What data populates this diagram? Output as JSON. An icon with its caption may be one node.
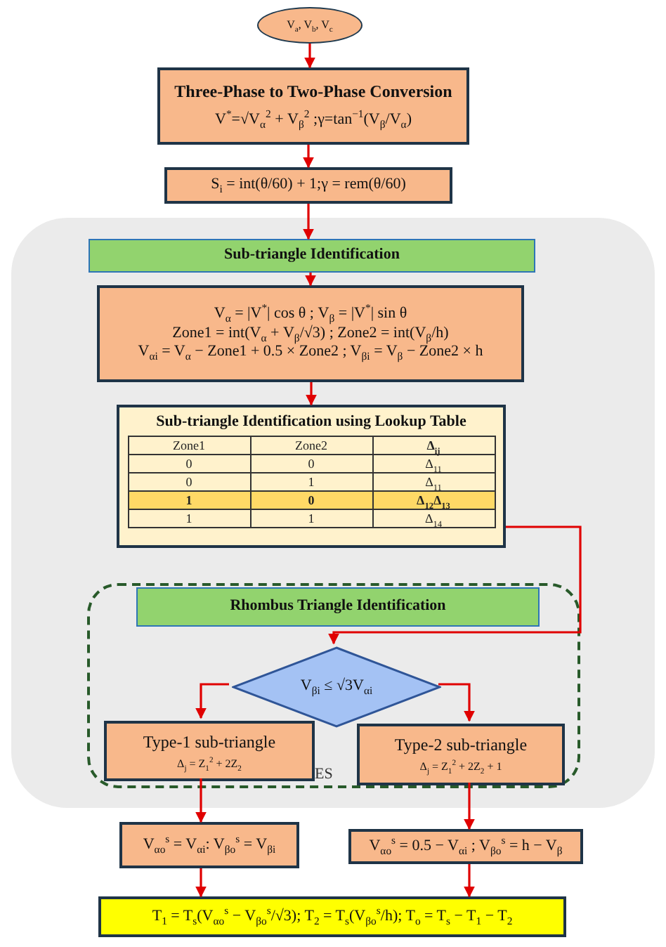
{
  "diagram": {
    "nodes": [
      {
        "text": [
          "V$_{a}$, V$_{b}$, V$_{c}$"
        ]
      },
      {
        "text": [
          "Three-Phase to Two-Phase Conversion",
          "V$^{*}$=√V$_{α}$$^{2}$ + V$_{β}$$^{2}$ ;γ=tan$^{−1}$(V$_{β}$/V$_{α}$)"
        ]
      },
      {
        "text": [
          "S$_{i}$ = int(θ/60) + 1;γ = rem(θ/60)"
        ]
      },
      {
        "text": [],
        "shape": "box"
      },
      {
        "text": [
          "Sub-triangle Identification"
        ],
        "in": 3
      },
      {
        "text": [
          "V$_{α}$ = |V$^{*}$| cos θ  ; V$_{β}$ = |V$^{*}$| sin θ",
          "Zone1 = int(V$_{α}$ + V$_{β}$/√3) ; Zone2 = int(V$_{β}$/h)",
          "V$_{αi}$ = V$_{α}$ − Zone1 + 0.5 × Zone2 ; V$_{βi}$ = V$_{β}$ − Zone2 × h"
        ],
        "in": 3
      },
      {
        "text": [
          "Sub-triangle Identification using Lookup Table"
        ],
        "in": 3
      },
      {
        "text": [],
        "shape": "box",
        "in": 3
      },
      {
        "text": [
          "Rhombus Triangle Identification"
        ],
        "in": 7
      },
      {
        "text": [
          "V$_{βi}$ ≤ √3V$_{αi}$"
        ],
        "in": 7
      },
      {
        "text": [
          "Type-1 sub-triangle",
          "Δ$_{j}$ = Z$_{1}$$^{2}$ + 2Z$_{2}$"
        ],
        "in": 7
      },
      {
        "text": [
          "Type-2 sub-triangle",
          "Δ$_{j}$ = Z$_{1}$$^{2}$ + 2Z$_{2}$ + 1"
        ],
        "in": 7
      },
      {
        "text": [
          "V$_{αo}$$^{s}$ =  V$_{αi}$: V$_{βo}$$^{s}$ =  V$_{βi}$"
        ]
      },
      {
        "text": [
          "V$_{αo}$$^{s}$ = 0.5 − V$_{αi}$ ; V$_{βo}$$^{s}$ = h − V$_{β}$"
        ]
      },
      {
        "text": [
          "T$_{1}$ = T$_{s}$(V$_{αo}$$^{s}$ − V$_{βo}$$^{s}$/√3); T$_{2}$ = T$_{s}$(V$_{βo}$$^{s}$/h); T$_{o}$ = T$_{s}$ − T$_{1}$ − T$_{2}$"
        ]
      }
    ],
    "edges": [
      {
        "from": 0,
        "to": 1,
        "arrow": "to"
      },
      {
        "from": 1,
        "to": 2,
        "arrow": "to"
      },
      {
        "from": 2,
        "to": 4,
        "arrow": "to"
      },
      {
        "from": 4,
        "to": 5,
        "arrow": "to"
      },
      {
        "from": 5,
        "to": 6,
        "arrow": "to"
      },
      {
        "from": 6,
        "to": 9,
        "arrow": "to"
      },
      {
        "from": 9,
        "to": 10,
        "arrow": "to"
      },
      {
        "from": 9,
        "to": 11,
        "arrow": "to"
      },
      {
        "from": 10,
        "to": 12,
        "arrow": "to"
      },
      {
        "from": 11,
        "to": 13,
        "arrow": "to"
      },
      {
        "from": 12,
        "to": 14,
        "arrow": "to"
      },
      {
        "from": 13,
        "to": 14,
        "arrow": "to"
      }
    ],
    "labels": [
      "Zone1",
      "Zone2",
      "Δ$_{ij}$",
      "0",
      "0",
      "Δ$_{11}$",
      "0",
      "1",
      "Δ$_{11}$",
      "1",
      "0",
      "Δ$_{12}$Δ$_{13}$",
      "1",
      "1",
      "Δ$_{14}$",
      "ES"
    ]
  }
}
